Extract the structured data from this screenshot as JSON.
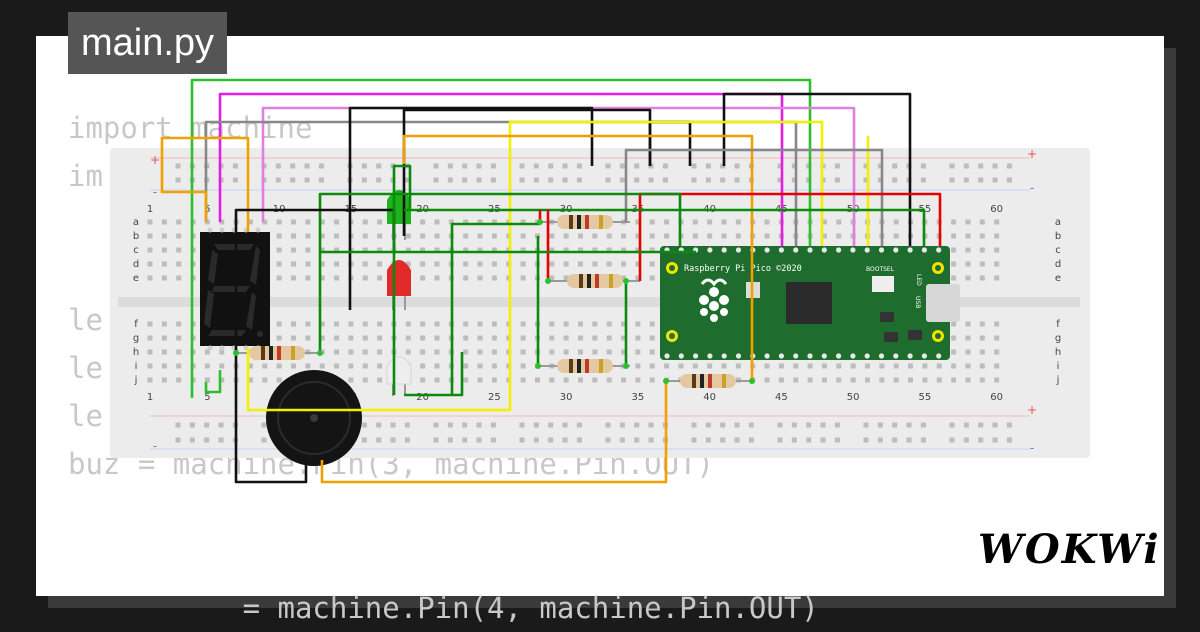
{
  "editor": {
    "filename": "main.py",
    "code_lines": [
      "import machine",
      "im",
      "",
      "",
      "le",
      "le",
      "le",
      "buz = machine.Pin(3, machine.Pin.OUT)",
      "",
      "",
      "          = machine.Pin(4, machine.Pin.OUT)"
    ]
  },
  "breadboard": {
    "column_labels_top": [
      "1",
      "5",
      "10",
      "15",
      "20",
      "25",
      "30",
      "35",
      "40",
      "45",
      "50",
      "55",
      "60"
    ],
    "column_labels_bottom": [
      "1",
      "5",
      "10",
      "15",
      "20",
      "25",
      "30",
      "35",
      "40",
      "45",
      "50",
      "55",
      "60"
    ],
    "row_labels_upper": [
      "a",
      "b",
      "c",
      "d",
      "e"
    ],
    "row_labels_lower": [
      "f",
      "g",
      "h",
      "i",
      "j"
    ],
    "rail_plus": "+",
    "rail_minus": "-"
  },
  "pico": {
    "label": "Raspberry Pi Pico ©2020",
    "bootsel": "BOOTSEL",
    "led": "LED",
    "usb": "USB",
    "board_color": "#1f6d2e"
  },
  "components": [
    {
      "id": "seven-segment-display",
      "digit": "8"
    },
    {
      "id": "led-green",
      "color": "#1db31d"
    },
    {
      "id": "led-red",
      "color": "#e22a2a"
    },
    {
      "id": "led-white",
      "color": "#eeeeee"
    },
    {
      "id": "buzzer",
      "color": "#141414"
    }
  ],
  "colors": {
    "wire_green": "#2cc12c",
    "wire_dark_green": "#0c8a0c",
    "wire_magenta": "#e11ee1",
    "wire_violet": "#df7fe0",
    "wire_gray": "#888888",
    "wire_black": "#111111",
    "wire_yellow": "#f2ef00",
    "wire_orange": "#f0a000",
    "wire_red": "#e60000"
  },
  "brand": "WOKWi"
}
